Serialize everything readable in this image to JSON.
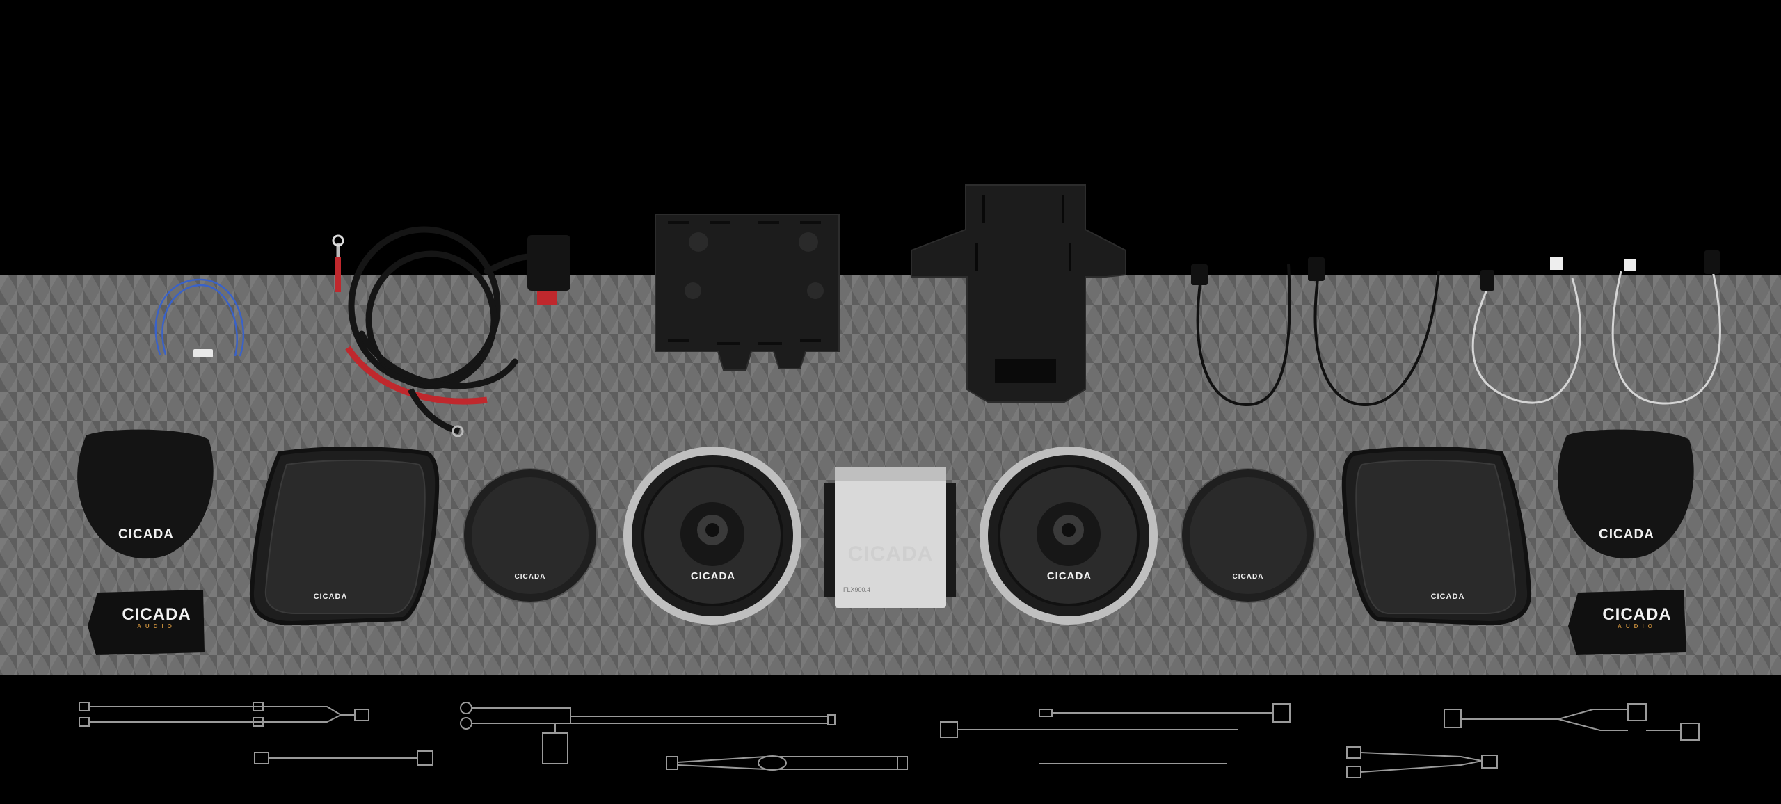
{
  "brand": {
    "logo_text": "CICADA",
    "logo_subtext": "AUDIO"
  },
  "amplifier": {
    "model_label": "FLX900.4"
  },
  "colors": {
    "background": "#000000",
    "band": "#6f6f6f",
    "cable_black": "#1a1a1a",
    "cable_red": "#c0282d",
    "cable_blue": "#3a62c8",
    "amp_silver": "#d9d9d9"
  }
}
